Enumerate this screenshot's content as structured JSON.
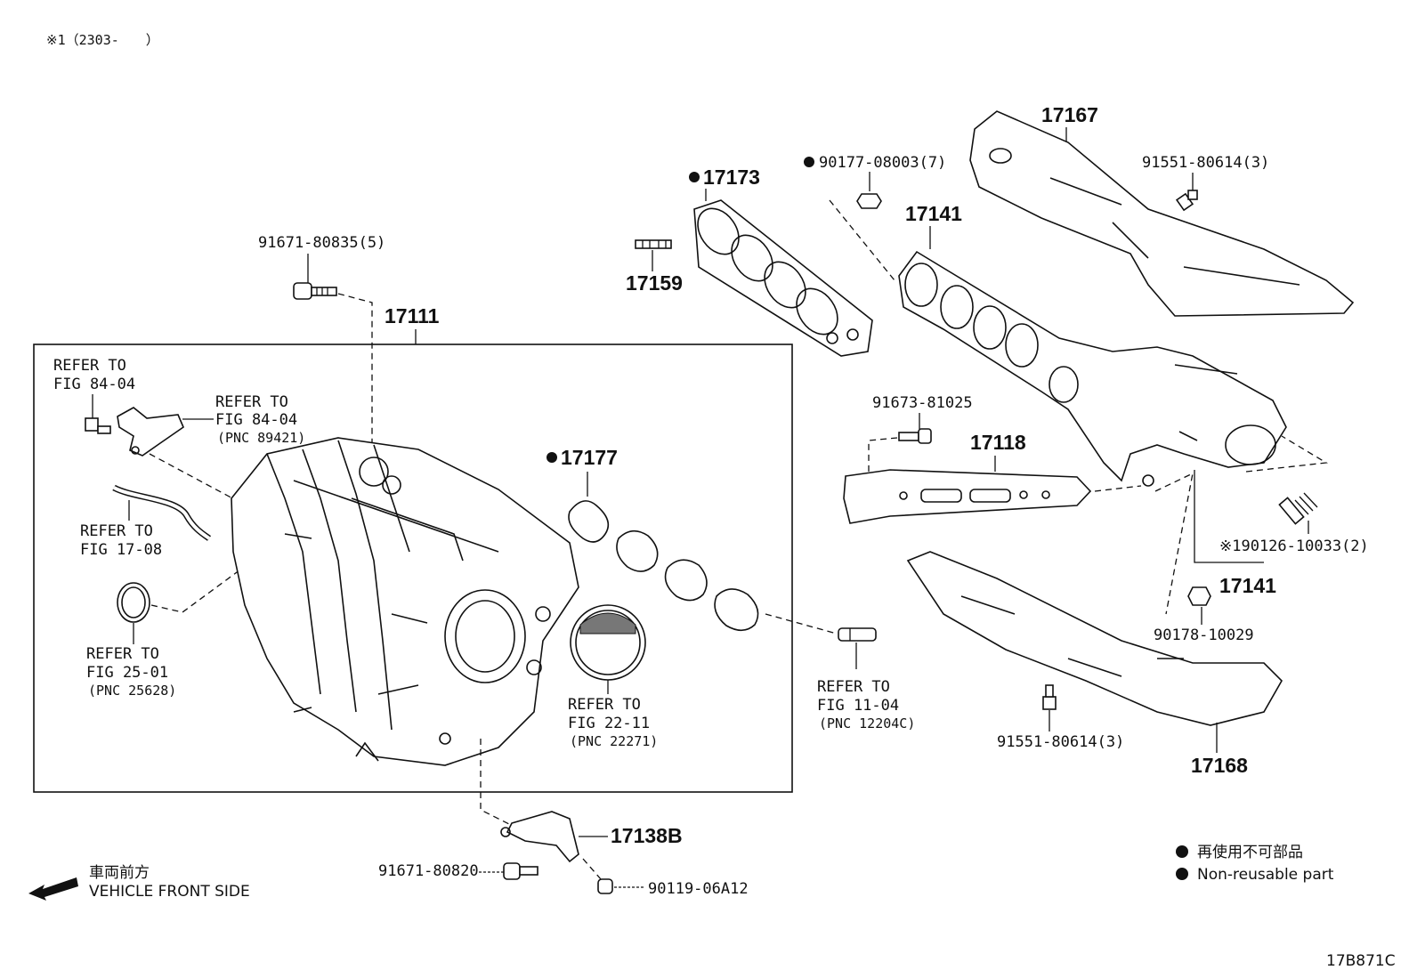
{
  "header": {
    "note": "※1（2303-　　）"
  },
  "footer": {
    "code": "17B871C"
  },
  "direction": {
    "jp": "車両前方",
    "en": "VEHICLE FRONT SIDE"
  },
  "legend": {
    "jp": "再使用不可部品",
    "en": "Non-reusable part"
  },
  "labels": {
    "p91671_80835": "91671-80835(5)",
    "p17111": "17111",
    "refer_84_04a_1": "REFER TO",
    "refer_84_04a_2": "FIG 84-04",
    "refer_84_04b_1": "REFER TO",
    "refer_84_04b_2": "FIG 84-04",
    "refer_84_04b_3": "(PNC 89421)",
    "refer_17_08_1": "REFER TO",
    "refer_17_08_2": "FIG 17-08",
    "refer_25_01_1": "REFER TO",
    "refer_25_01_2": "FIG 25-01",
    "refer_25_01_3": "(PNC 25628)",
    "p17177": "17177",
    "refer_22_11_1": "REFER TO",
    "refer_22_11_2": "FIG 22-11",
    "refer_22_11_3": "(PNC 22271)",
    "p17173": "17173",
    "p17159": "17159",
    "p90177": "90177-08003(7)",
    "p17141a": "17141",
    "p17167": "17167",
    "p91551a": "91551-80614(3)",
    "p91673": "91673-81025",
    "p17118": "17118",
    "p90126": "※190126-10033(2)",
    "p17141b": "17141",
    "p90178": "90178-10029",
    "refer_11_04_1": "REFER TO",
    "refer_11_04_2": "FIG 11-04",
    "refer_11_04_3": "(PNC 12204C)",
    "p91551b": "91551-80614(3)",
    "p17168": "17168",
    "p17138B": "17138B",
    "p91671_80820": "91671-80820",
    "p90119": "90119-06A12"
  }
}
